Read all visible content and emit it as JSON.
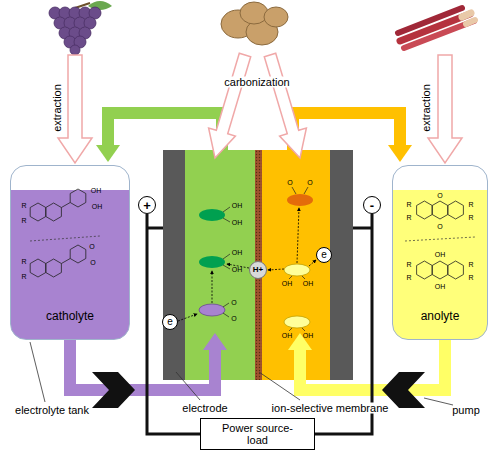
{
  "diagram": {
    "nodes": [
      {
        "text": [
          "catholyte"
        ]
      },
      {
        "text": [
          "+"
        ]
      },
      {
        "text": [
          "-"
        ]
      },
      {
        "text": [
          "anolyte"
        ]
      },
      {
        "text": [
          "e"
        ]
      },
      {
        "text": [
          "H+"
        ]
      },
      {
        "text": [
          "e"
        ]
      },
      {
        "text": [
          "Power source-load"
        ]
      }
    ],
    "edges": [
      {
        "from": 1,
        "to": 7,
        "arrow": "none"
      },
      {
        "from": 2,
        "to": 7,
        "arrow": "none"
      }
    ],
    "labels": [
      "extraction",
      "carbonization",
      "extraction",
      "electrolyte tank",
      "electrode",
      "ion-selective membrane",
      "pump",
      "OH",
      "OH",
      "OH",
      "OH",
      "O",
      "O",
      "O",
      "O",
      "OH",
      "OH",
      "OH",
      "OH",
      "R",
      "R",
      "OH",
      "OH",
      "R",
      "R",
      "O",
      "O",
      "R",
      "R",
      "O",
      "O",
      "R",
      "R",
      "R",
      "R",
      "OH",
      "OH",
      "R",
      "R"
    ]
  }
}
